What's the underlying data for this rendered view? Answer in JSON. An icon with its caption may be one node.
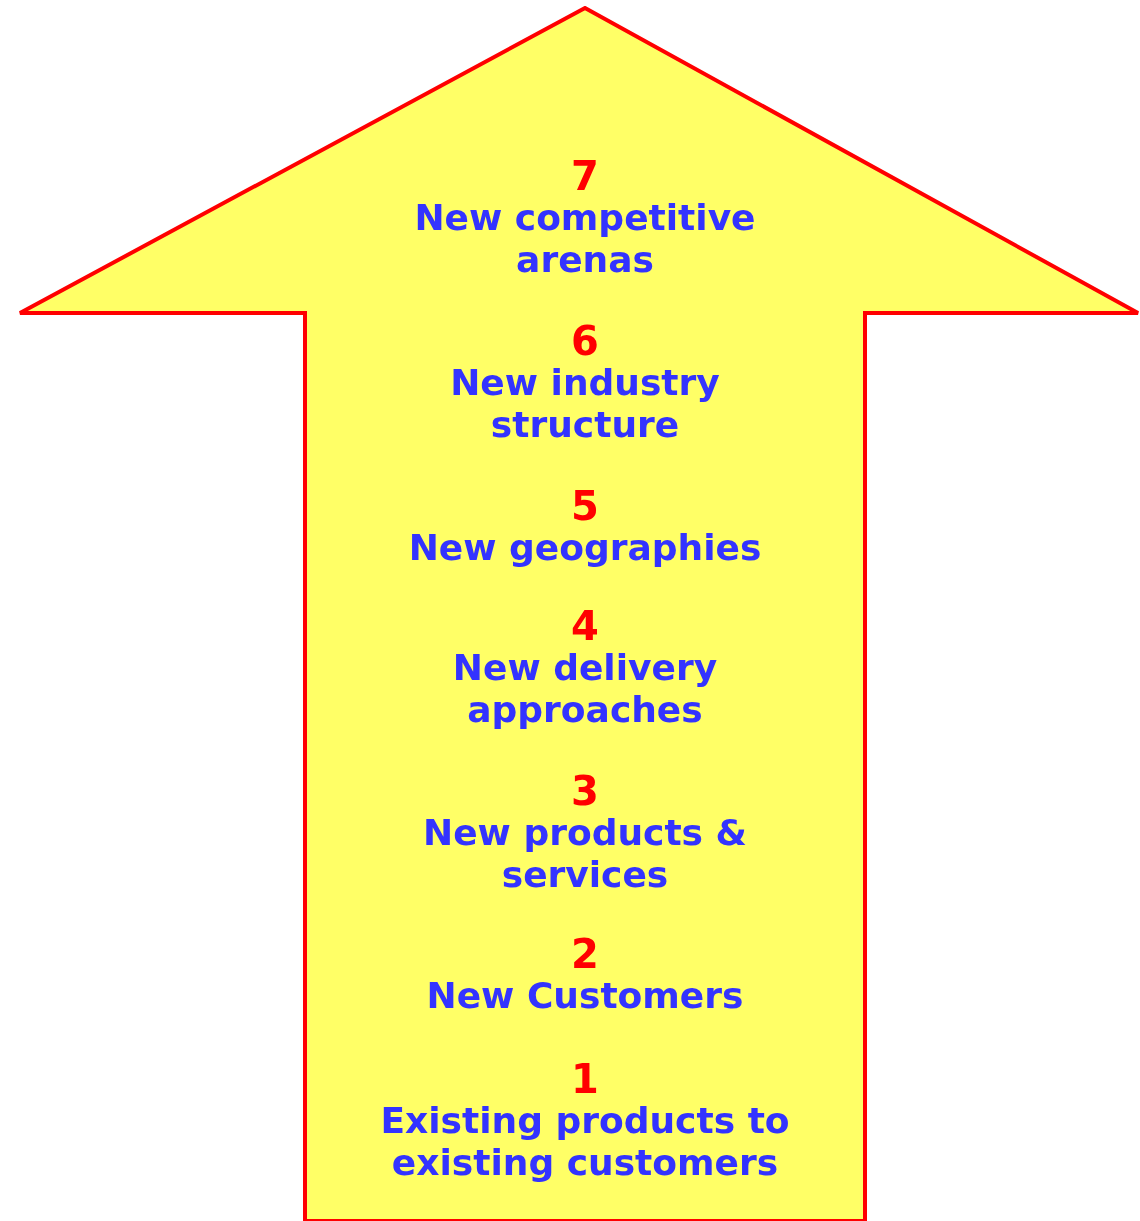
{
  "diagram": {
    "nodes": [
      {
        "text": [
          "7",
          "New competitive arenas",
          "6",
          "New industry structure",
          "5",
          "New geographies",
          "4",
          "New delivery approaches",
          "3",
          "New products & services",
          "2",
          "New Customers",
          "1",
          "Existing products to existing customers"
        ]
      }
    ]
  }
}
